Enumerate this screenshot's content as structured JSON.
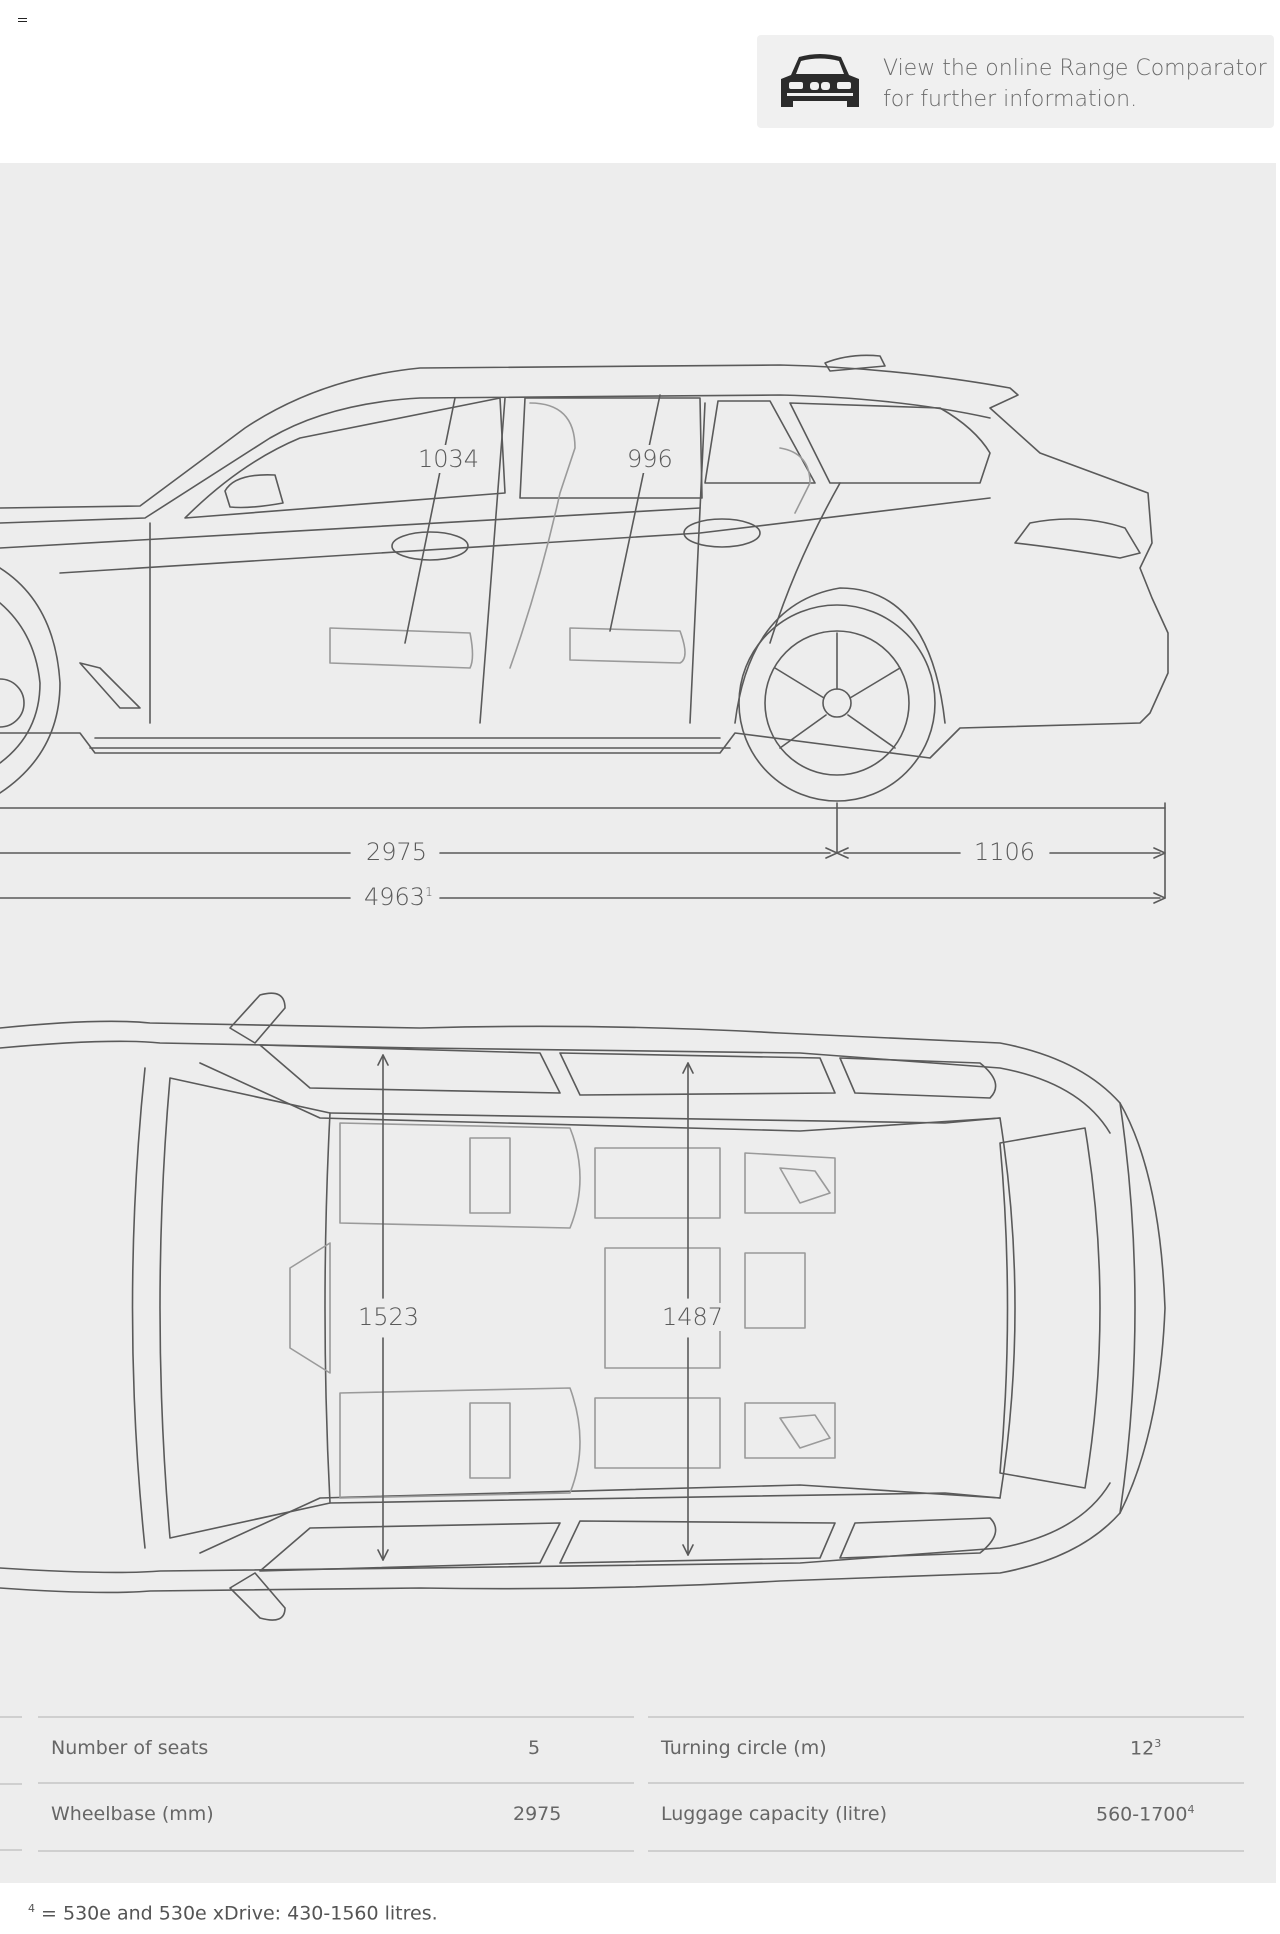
{
  "header": {
    "menu_icon": "hamburger-icon",
    "range_comparator": {
      "icon": "car-front-icon",
      "line1": "View the online Range Comparator",
      "line2": "for further information."
    }
  },
  "dimensions": {
    "side_view": {
      "front_headroom": "1034",
      "rear_headroom": "996",
      "wheelbase": "2975",
      "rear_overhang": "1106",
      "length": "4963",
      "length_note": "1"
    },
    "top_view": {
      "front_track": "1523",
      "rear_track": "1487"
    }
  },
  "specs": {
    "left": [
      {
        "label": "Number of seats",
        "value": "5",
        "note": ""
      },
      {
        "label": "Wheelbase (mm)",
        "value": "2975",
        "note": ""
      }
    ],
    "right": [
      {
        "label": "Turning circle (m)",
        "value": "12",
        "note": "3"
      },
      {
        "label": "Luggage capacity (litre)",
        "value": "560-1700",
        "note": "4"
      }
    ]
  },
  "footnote": {
    "marker": "4",
    "text": " = 530e and 530e xDrive: 430-1560 litres."
  },
  "colors": {
    "panel_background": "#ededed",
    "line_color": "#555555",
    "info_box": "#f0f0f0"
  }
}
